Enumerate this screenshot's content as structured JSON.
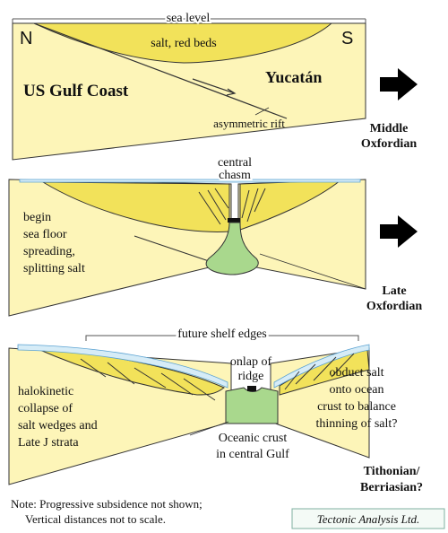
{
  "colors": {
    "background": "#ffffff",
    "crust_fill": "#fdf5b8",
    "salt_fill": "#f2e25a",
    "oceanic_fill": "#a9d88d",
    "water_fill": "#d6ecf7",
    "water_line": "#5aa2d2",
    "outline": "#333333",
    "arrow": "#000000",
    "credit_border": "#7fb0a0"
  },
  "panel1": {
    "sea_level": "sea level",
    "north": "N",
    "south": "S",
    "salt": "salt, red beds",
    "us_gulf_coast": "US Gulf Coast",
    "yucatan": "Yucatán",
    "rift": "asymmetric rift",
    "stage_line1": "Middle",
    "stage_line2": "Oxfordian"
  },
  "panel2": {
    "chasm_line1": "central",
    "chasm_line2": "chasm",
    "begin_lines": [
      "begin",
      "sea floor",
      "spreading,",
      "splitting salt"
    ],
    "stage_line1": "Late",
    "stage_line2": "Oxfordian"
  },
  "panel3": {
    "shelf_edges": "future shelf edges",
    "onlap_lines": [
      "onlap of",
      "ridge"
    ],
    "halokinetic_lines": [
      "halokinetic",
      "collapse of",
      "salt wedges and",
      "Late J strata"
    ],
    "obduct_lines": [
      "obduct salt",
      "onto ocean",
      "crust to balance",
      "thinning of salt?"
    ],
    "oceanic_lines": [
      "Oceanic crust",
      "in central Gulf"
    ],
    "stage_line1": "Tithonian/",
    "stage_line2": "Berriasian?"
  },
  "note": {
    "line1": "Note: Progressive subsidence not shown;",
    "line2": "Vertical distances not to scale."
  },
  "credit": "Tectonic Analysis Ltd."
}
